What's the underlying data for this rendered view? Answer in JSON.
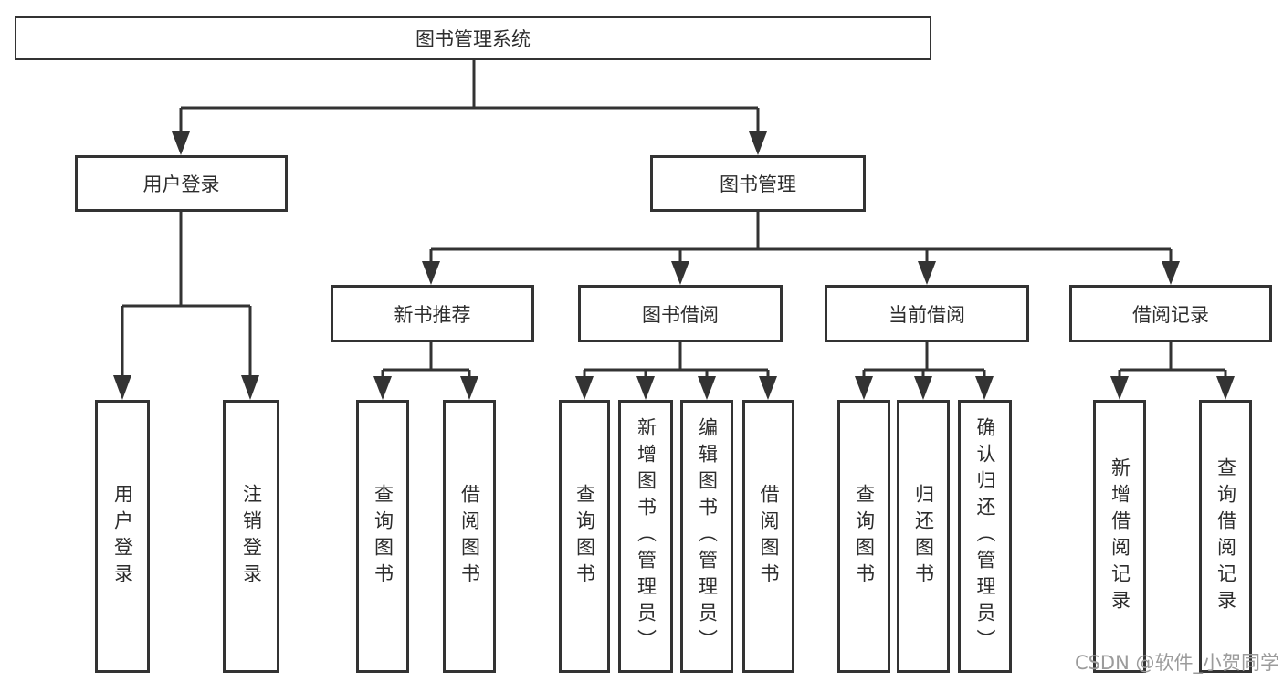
{
  "tree": {
    "root": {
      "label": "图书管理系统",
      "children": [
        {
          "label": "用户登录",
          "children": [
            {
              "label": "用户登录"
            },
            {
              "label": "注销登录"
            }
          ]
        },
        {
          "label": "图书管理",
          "children": [
            {
              "label": "新书推荐",
              "children": [
                {
                  "label": "查询图书"
                },
                {
                  "label": "借阅图书"
                }
              ]
            },
            {
              "label": "图书借阅",
              "children": [
                {
                  "label": "查询图书"
                },
                {
                  "label": "新增图书（管理员）"
                },
                {
                  "label": "编辑图书（管理员）"
                },
                {
                  "label": "借阅图书"
                }
              ]
            },
            {
              "label": "当前借阅",
              "children": [
                {
                  "label": "查询图书"
                },
                {
                  "label": "归还图书"
                },
                {
                  "label": "确认归还（管理员）"
                }
              ]
            },
            {
              "label": "借阅记录",
              "children": [
                {
                  "label": "新增借阅记录"
                },
                {
                  "label": "查询借阅记录"
                }
              ]
            }
          ]
        }
      ]
    }
  },
  "watermark": {
    "text": "CSDN @软件_小贺同学"
  },
  "colors": {
    "line": "#333333",
    "text": "#2d2d2d",
    "watermark": "#9b9b9b",
    "background": "#ffffff"
  }
}
